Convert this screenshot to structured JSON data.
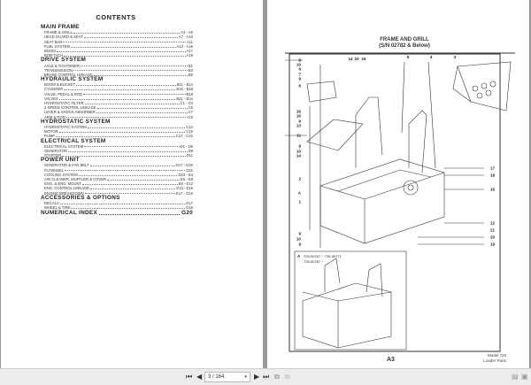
{
  "contents": {
    "title": "CONTENTS",
    "sections": [
      {
        "heading": "MAIN FRAME",
        "items": [
          [
            "FRAME & GRILL",
            "A3 - A6"
          ],
          [
            "HEAD GUARD & SEAT",
            "A7 - A10"
          ],
          [
            "SEAT BAR",
            "A11"
          ],
          [
            "FUEL SYSTEM",
            "A13 - A16"
          ],
          [
            "BOOM",
            "A17"
          ],
          [
            "BOB-TACH",
            "A19"
          ]
        ]
      },
      {
        "heading": "DRIVE SYSTEM",
        "items": [
          [
            "AXLE & TIGHTENER",
            "B1"
          ],
          [
            "TRANSMISSION",
            "B3"
          ],
          [
            "BRAKE CONTROL LINKAGE",
            "B5"
          ]
        ]
      },
      {
        "heading": "HYDRAULIC SYSTEM",
        "items": [
          [
            "BOOM & BUCKET",
            "B11 - B14"
          ],
          [
            "CYLINDER",
            "B15 - B18"
          ],
          [
            "VALVE, PEDAL & ROD",
            "B19"
          ],
          [
            "VALVES",
            "B21 - B24"
          ],
          [
            "HYDROSTATIC FILTER",
            "C1 - C4"
          ],
          [
            "2-SPEED CONTROL LINKAGE",
            "C5"
          ],
          [
            "LEVER & SHOCK ABSORBER",
            "C7"
          ],
          [
            "ARM & ROD",
            "C9"
          ]
        ]
      },
      {
        "heading": "HYDROSTATIC SYSTEM",
        "items": [
          [
            "HYDROSTATIC SYSTEM",
            "C13"
          ],
          [
            "MOTOR",
            "C15"
          ],
          [
            "PUMP",
            "C17 - C22"
          ]
        ]
      },
      {
        "heading": "ELECTRICAL SYSTEM",
        "items": [
          [
            "ELECTRICAL SYSTEM",
            "D1 - D8"
          ],
          [
            "GENERATOR",
            "D9"
          ],
          [
            "STARTER",
            "D11"
          ]
        ]
      },
      {
        "heading": "POWER UNIT",
        "items": [
          [
            "GENERATOR & FAN BELT",
            "D17 - D20"
          ],
          [
            "FLYWHEEL",
            "D21"
          ],
          [
            "COOLING SYSTEM",
            "D23 - E4"
          ],
          [
            "AIR CLEANER, MUFFLER & COVER",
            "E5 - E8"
          ],
          [
            "ENG. & ENG. MOUNT",
            "E9 - E12"
          ],
          [
            "ENG. CONTROL LINKAGE",
            "E13 - E16"
          ],
          [
            "ENGINE BREAKDOWN",
            "E17 - G16"
          ]
        ]
      },
      {
        "heading": "ACCESSORIES & OPTIONS",
        "items": [
          [
            "DECALS",
            "G17"
          ],
          [
            "WHEEL & TIRE",
            "G18"
          ]
        ]
      }
    ],
    "numerical_index": {
      "label": "NUMERICAL INDEX",
      "page": "G20"
    }
  },
  "parts_page": {
    "title": "FRAME AND GRILL",
    "subtitle": "(S/N 02782 & Below)",
    "callouts_left": [
      "8",
      "10",
      "6",
      "7",
      "9",
      "6",
      "16",
      "16",
      "9",
      "13",
      "11",
      "9",
      "10",
      "14",
      "2",
      "A",
      "1",
      "9",
      "10",
      "8"
    ],
    "callouts_top": [
      "14",
      "10",
      "16",
      "5",
      "4",
      "3"
    ],
    "callouts_right": [
      "17",
      "18",
      "16",
      "12",
      "21",
      "20",
      "19"
    ],
    "inset": {
      "label": "A",
      "serials": [
        "725-00767 ~ 725-00771",
        "725-00787 ~"
      ]
    },
    "page_code": "A3",
    "model": "Model 725",
    "book": "Loader Parts"
  },
  "toolbar": {
    "page_indicator": "3 / 164",
    "first_icon": "first-page-icon",
    "prev_icon": "prev-page-icon",
    "next_icon": "next-page-icon",
    "last_icon": "last-page-icon"
  }
}
